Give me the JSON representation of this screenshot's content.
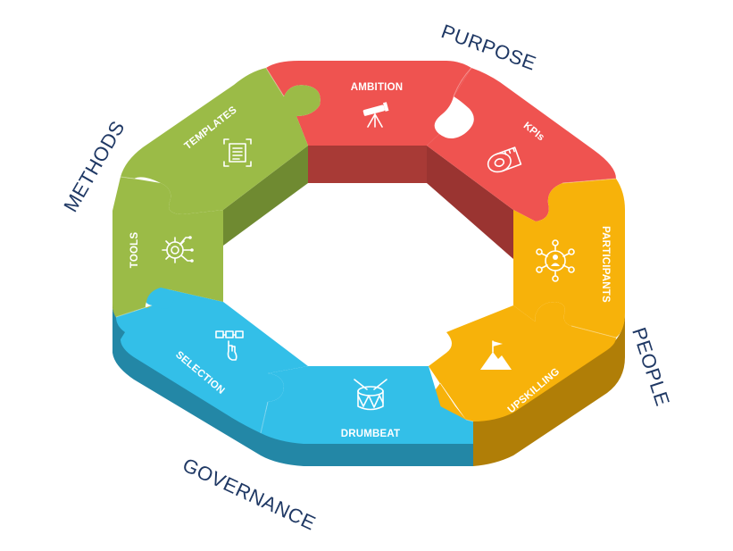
{
  "diagram": {
    "categories": {
      "purpose": "PURPOSE",
      "people": "PEOPLE",
      "governance": "GOVERNANCE",
      "methods": "METHODS"
    },
    "segments": {
      "ambition": {
        "label": "AMBITION",
        "icon": "telescope-icon",
        "category": "purpose"
      },
      "kpis": {
        "label": "KPIs",
        "icon": "measuring-tape-icon",
        "category": "purpose"
      },
      "participants": {
        "label": "PARTICIPANTS",
        "icon": "network-people-icon",
        "category": "people"
      },
      "upskilling": {
        "label": "UPSKILLING",
        "icon": "mountain-flag-icon",
        "category": "people"
      },
      "drumbeat": {
        "label": "DRUMBEAT",
        "icon": "drum-icon",
        "category": "governance"
      },
      "selection": {
        "label": "SELECTION",
        "icon": "hand-select-icon",
        "category": "governance"
      },
      "tools": {
        "label": "TOOLS",
        "icon": "gear-circuit-icon",
        "category": "methods"
      },
      "templates": {
        "label": "TEMPLATES",
        "icon": "document-frame-icon",
        "category": "methods"
      }
    },
    "colors": {
      "red": "#ef5350",
      "red_side": "#a83a36",
      "orange": "#f7b20a",
      "orange_side": "#b07e07",
      "blue": "#33bfe8",
      "blue_side": "#2387a6",
      "green": "#9bbb47",
      "green_side": "#6f8a31",
      "label_text": "#1f3864"
    }
  }
}
